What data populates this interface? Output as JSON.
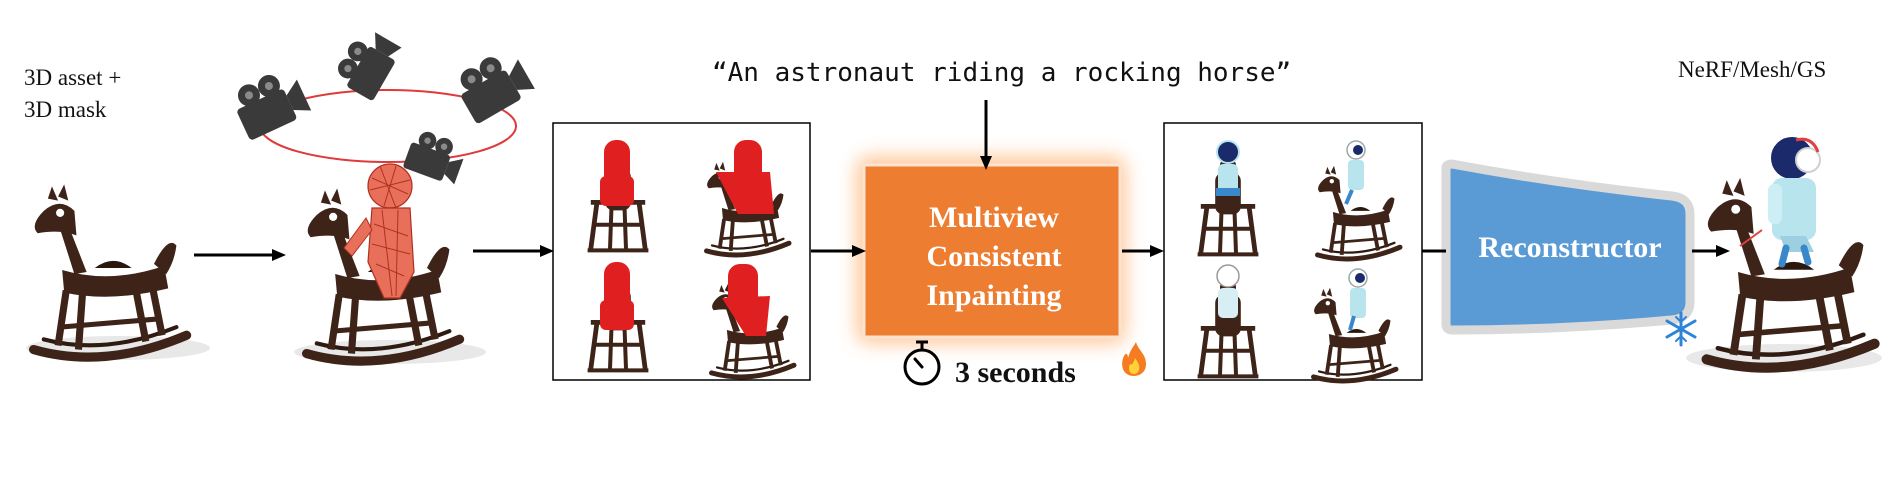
{
  "input": {
    "line1": "3D asset +",
    "line2": "3D mask"
  },
  "prompt": "“An astronaut riding a rocking horse”",
  "inpainting": {
    "line1": "Multiview",
    "line2": "Consistent",
    "line3": "Inpainting",
    "fill": "#ed7d31",
    "glow": "#ffc08a",
    "time": "3 seconds"
  },
  "reconstructor": {
    "label": "Reconstructor",
    "fill": "#5b9bd5",
    "border": "#d9d9d9"
  },
  "output": {
    "label": "NeRF/Mesh/GS"
  },
  "icons": {
    "cameras": "movie-camera-icon",
    "timer": "stopwatch-icon",
    "trainable": "fire-icon",
    "frozen": "snowflake-icon"
  },
  "colors": {
    "horse": "#3e2418",
    "mask": "#e02020",
    "mesh": "#e8705a",
    "orbit": "#e03a3a",
    "astronaut_suit": "#b8e4ee",
    "helmet": "#1b2a6b"
  }
}
